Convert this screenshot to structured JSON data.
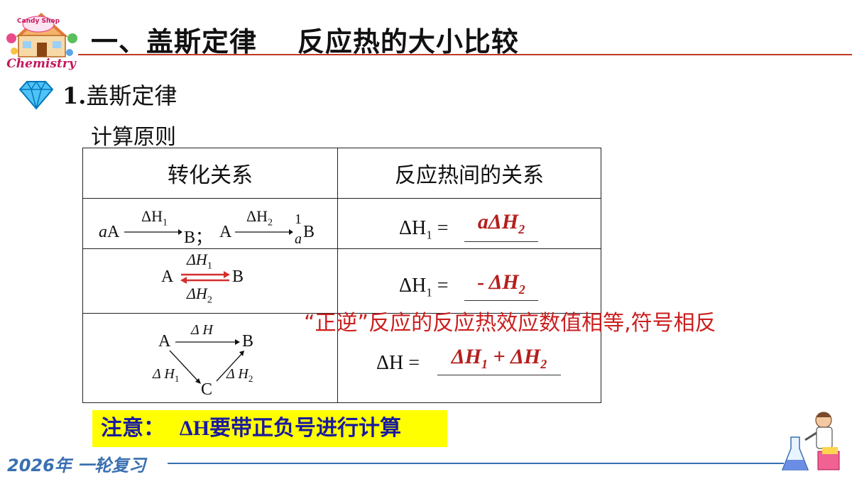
{
  "logo": {
    "text_top": "Candy Shop",
    "text_bottom": "Chemistry"
  },
  "title": "一、盖斯定律    反应热的大小比较",
  "section": {
    "number": "1.",
    "text": "盖斯定律"
  },
  "subtitle": "计算原则",
  "table": {
    "headers": [
      "转化关系",
      "反应热间的关系"
    ],
    "rows": [
      {
        "relation_parts": [
          "a",
          "A",
          "ΔH",
          "1",
          "B；",
          "A",
          "ΔH",
          "2",
          "1",
          "a",
          "B"
        ],
        "lhs": "ΔH",
        "lhs_sub": "1",
        "eq": "=",
        "answer": "aΔH",
        "answer_sub": "2"
      },
      {
        "relation_parts": [
          "A",
          "ΔH",
          "1",
          "ΔH",
          "2",
          "B"
        ],
        "lhs": "ΔH",
        "lhs_sub": "1",
        "eq": "=",
        "answer": "- ΔH",
        "answer_sub": "2"
      },
      {
        "relation_parts": [
          "A",
          "Δ H",
          "B",
          "Δ H",
          "1",
          "C",
          "Δ H",
          "2"
        ],
        "lhs": "ΔH",
        "eq": "=",
        "answer_parts": [
          "ΔH",
          "1",
          " + ΔH",
          "2"
        ]
      }
    ]
  },
  "red_note": "“正逆”反应的反应热效应数值相等,符号相反",
  "notice": {
    "prefix": "注意：  ",
    "bold": "ΔH",
    "rest": "要带正负号进行计算"
  },
  "footer": "2026年 一轮复习",
  "colors": {
    "accent_red": "#c0392b",
    "answer_red": "#b3201f",
    "notice_bg": "#ffff00",
    "footer_blue": "#3a6fb0"
  }
}
